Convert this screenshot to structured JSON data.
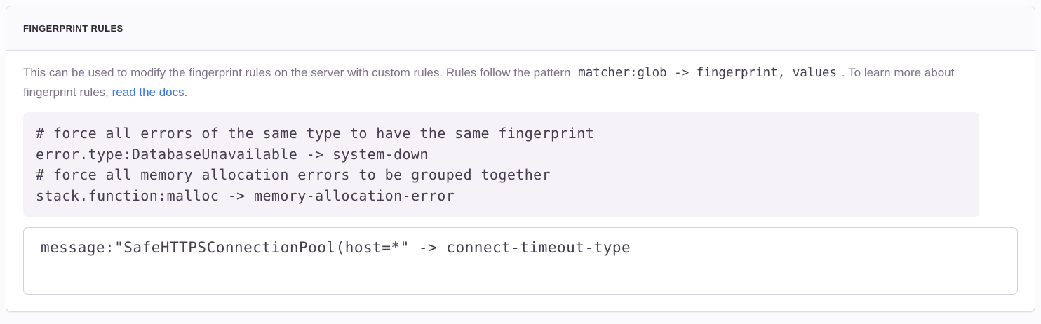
{
  "panel": {
    "title": "FINGERPRINT RULES",
    "description": {
      "text_before_code": "This can be used to modify the fingerprint rules on the server with custom rules. Rules follow the pattern",
      "inline_code": "matcher:glob -> fingerprint, values",
      "text_after_code": ". To learn more about fingerprint rules,",
      "link_label": "read the docs."
    },
    "example_code": "# force all errors of the same type to have the same fingerprint\nerror.type:DatabaseUnavailable -> system-down\n# force all memory allocation errors to be grouped together\nstack.function:malloc -> memory-allocation-error",
    "textarea_value": "message:\"SafeHTTPSConnectionPool(host=*\" -> connect-timeout-type"
  },
  "colors": {
    "link_blue": "#3c74dd",
    "header_text": "#2f2936",
    "description_text": "#7c7289",
    "code_text": "#453e51",
    "panel_border": "#e0dce4",
    "header_background": "#faf9fb",
    "code_background": "#f5f3f7",
    "textarea_border": "#d6cfde",
    "page_background": "#fbfafc"
  }
}
